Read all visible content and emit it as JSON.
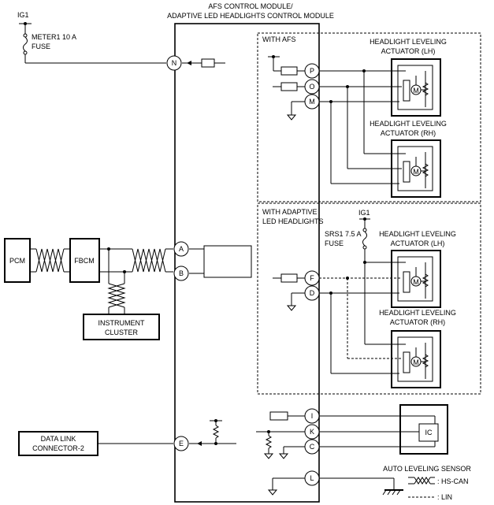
{
  "module": {
    "title_line1": "AFS CONTROL MODULE/",
    "title_line2": "ADAPTIVE LED HEADLIGHTS CONTROL MODULE"
  },
  "power": {
    "source": "IG1",
    "fuse_line1": "METER1 10 A",
    "fuse_line2": "FUSE"
  },
  "afs_section": {
    "label": "WITH AFS",
    "lh_line1": "HEADLIGHT LEVELING",
    "lh_line2": "ACTUATOR (LH)",
    "rh_line1": "HEADLIGHT LEVELING",
    "rh_line2": "ACTUATOR (RH)"
  },
  "adaptive_section": {
    "label_line1": "WITH ADAPTIVE",
    "label_line2": "LED HEADLIGHTS",
    "source": "IG1",
    "fuse_line1": "SRS1 7.5 A",
    "fuse_line2": "FUSE",
    "lh_line1": "HEADLIGHT LEVELING",
    "lh_line2": "ACTUATOR (LH)",
    "rh_line1": "HEADLIGHT LEVELING",
    "rh_line2": "ACTUATOR (RH)"
  },
  "modules": {
    "pcm": "PCM",
    "fbcm": "FBCM",
    "cluster_line1": "INSTRUMENT",
    "cluster_line2": "CLUSTER",
    "dlc_line1": "DATA LINK",
    "dlc_line2": "CONNECTOR-2"
  },
  "pins": {
    "n": "N",
    "p": "P",
    "o": "O",
    "m": "M",
    "a": "A",
    "b": "B",
    "f": "F",
    "d": "D",
    "i": "I",
    "k": "K",
    "c": "C",
    "e": "E",
    "l": "L"
  },
  "sensor": {
    "label": "AUTO LEVELING SENSOR",
    "ic": "IC"
  },
  "motor_symbol": "M",
  "legend": {
    "hs_can": ": HS-CAN",
    "lin": ": LIN"
  }
}
